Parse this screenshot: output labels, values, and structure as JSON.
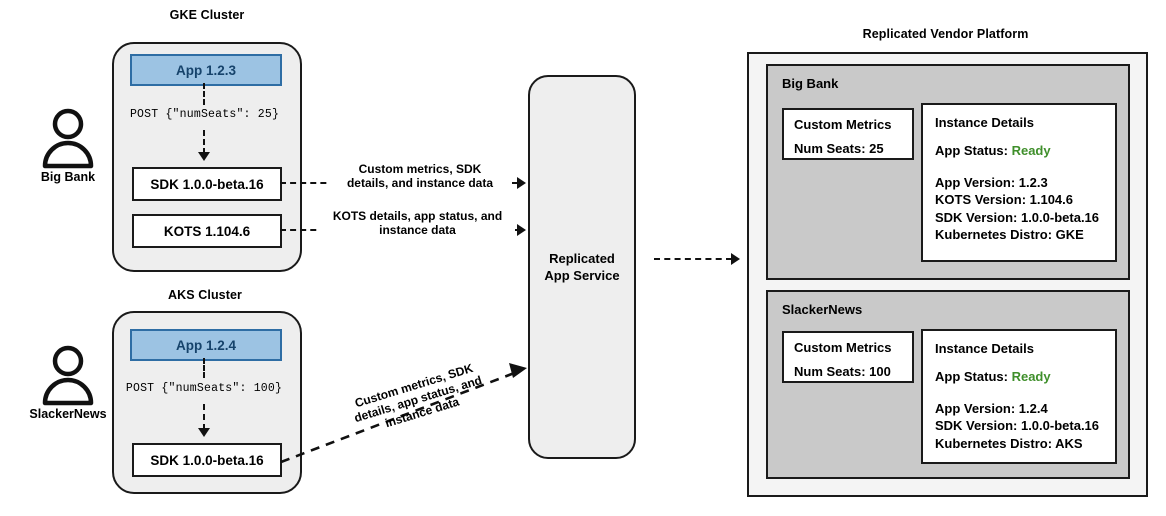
{
  "actors": [
    {
      "name": "Big Bank",
      "icon": "user-icon"
    },
    {
      "name": "SlackerNews",
      "icon": "user-icon"
    }
  ],
  "clusters": [
    {
      "id": "gke",
      "title": "GKE Cluster",
      "app_label": "App 1.2.3",
      "post_label": "POST {\"numSeats\": 25}",
      "components": [
        "SDK 1.0.0-beta.16",
        "KOTS 1.104.6"
      ]
    },
    {
      "id": "aks",
      "title": "AKS Cluster",
      "app_label": "App 1.2.4",
      "post_label": "POST {\"numSeats\": 100}",
      "components": [
        "SDK 1.0.0-beta.16"
      ]
    }
  ],
  "flows": [
    {
      "id": "gke-sdk",
      "line1": "Custom metrics, SDK",
      "line2": "details, and instance data"
    },
    {
      "id": "gke-kots",
      "line1": "KOTS details, app status, and",
      "line2": "instance data"
    },
    {
      "id": "aks-sdk",
      "line1": "Custom metrics, SDK",
      "line2": "details, app status, and",
      "line3": "instance data"
    }
  ],
  "service": {
    "line1": "Replicated",
    "line2": "App Service"
  },
  "platform": {
    "title": "Replicated Vendor Platform",
    "tenants": [
      {
        "name": "Big Bank",
        "metrics": {
          "heading": "Custom Metrics",
          "rows": [
            "Num Seats: 25"
          ]
        },
        "details": {
          "heading": "Instance Details",
          "status_label": "App Status:",
          "status_value": "Ready",
          "rows": [
            "App Version: 1.2.3",
            "KOTS Version: 1.104.6",
            "SDK Version: 1.0.0-beta.16",
            "Kubernetes Distro: GKE"
          ]
        }
      },
      {
        "name": "SlackerNews",
        "metrics": {
          "heading": "Custom Metrics",
          "rows": [
            "Num Seats: 100"
          ]
        },
        "details": {
          "heading": "Instance Details",
          "status_label": "App Status:",
          "status_value": "Ready",
          "rows": [
            "App Version: 1.2.4",
            "SDK Version: 1.0.0-beta.16",
            "Kubernetes Distro: AKS"
          ]
        }
      }
    ]
  },
  "colors": {
    "app_fill": "#9cc3e3",
    "app_border": "#2e6da4",
    "app_text": "#16436b",
    "cluster_fill": "#eeeeee",
    "tenant_fill": "#c9c9c9",
    "platform_fill": "#f4f4f4",
    "ready_green": "#3f8f2b",
    "stroke": "#1a1a1a"
  }
}
